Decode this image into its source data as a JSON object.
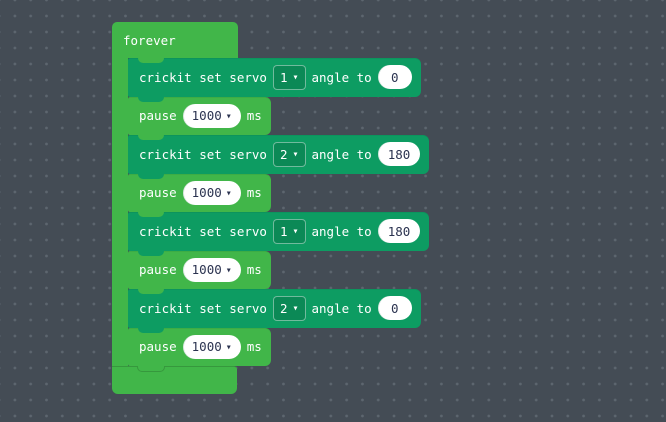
{
  "colors": {
    "bg": "#444c55",
    "dot": "#5d666f",
    "loop": "#41b649",
    "crickit": "#0d9c62",
    "fieldText": "#2b3350",
    "fieldBg": "#ffffff"
  },
  "icons": {
    "chevron_down": "▾"
  },
  "forever": {
    "label": "forever"
  },
  "rows": [
    {
      "type": "crickit",
      "prefix": "crickit set servo",
      "servo": "1",
      "mid": "angle to",
      "angle": "0"
    },
    {
      "type": "pause",
      "label": "pause",
      "duration": "1000",
      "suffix": "ms"
    },
    {
      "type": "crickit",
      "prefix": "crickit set servo",
      "servo": "2",
      "mid": "angle to",
      "angle": "180"
    },
    {
      "type": "pause",
      "label": "pause",
      "duration": "1000",
      "suffix": "ms"
    },
    {
      "type": "crickit",
      "prefix": "crickit set servo",
      "servo": "1",
      "mid": "angle to",
      "angle": "180"
    },
    {
      "type": "pause",
      "label": "pause",
      "duration": "1000",
      "suffix": "ms"
    },
    {
      "type": "crickit",
      "prefix": "crickit set servo",
      "servo": "2",
      "mid": "angle to",
      "angle": "0"
    },
    {
      "type": "pause",
      "label": "pause",
      "duration": "1000",
      "suffix": "ms"
    }
  ]
}
